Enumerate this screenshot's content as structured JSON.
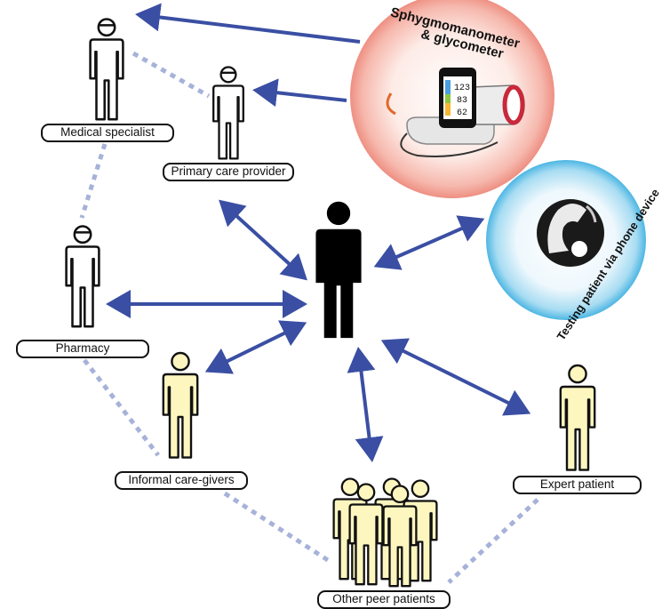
{
  "diagram": {
    "nodes": {
      "medical_specialist": "Medical specialist",
      "primary_care_provider": "Primary care provider",
      "pharmacy": "Pharmacy",
      "informal_care_givers": "Informal care-givers",
      "expert_patient": "Expert patient",
      "other_peer_patients": "Other peer patients"
    },
    "devices": {
      "sphygmo_title": "Sphygmomanometer",
      "sphygmo_sub": "& glycometer",
      "phone_text": "Testing patient via phone device",
      "screen_readings": [
        "123",
        "83",
        "62"
      ]
    },
    "colors": {
      "arrow": "#3a4fa3",
      "dotted_link": "#a6b2d9",
      "patient_fill": "#fdf6bf",
      "provider_fill": "#ffffff",
      "center_patient": "#000000",
      "device_bubble": "#f19a8e",
      "phone_bubble": "#5cbde6"
    }
  }
}
